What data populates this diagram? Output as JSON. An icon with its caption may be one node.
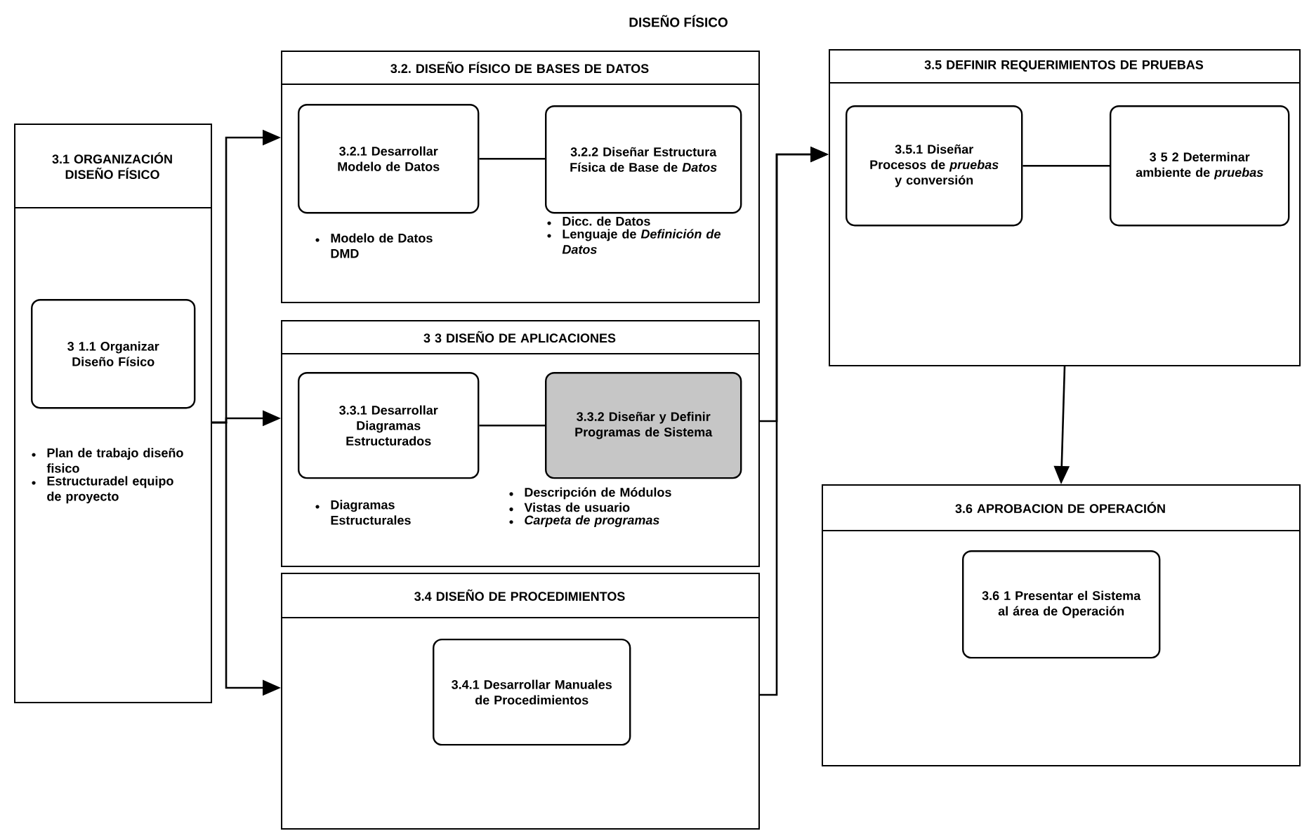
{
  "diagram": {
    "title": "DISEÑO FÍSICO",
    "nodes": [
      {
        "text": [
          "3.1 ORGANIZACIÓN DISEÑO FÍSICO"
        ]
      },
      {
        "text": [
          "3 1.1 Organizar Diseño Físico"
        ],
        "in": 0,
        "beside": [
          "Plan de trabajo diseño fisico",
          "Estructuradel equipo de proyecto"
        ]
      },
      {
        "text": [
          "3.2. DISEÑO FÍSICO DE BASES DE DATOS"
        ]
      },
      {
        "text": [
          "3.2.1 Desarrollar Modelo de Datos"
        ],
        "in": 2,
        "beside": [
          "Modelo de Datos DMD"
        ]
      },
      {
        "text": [
          "3.2.2 Diseñar Estructura Física de Base de *Datos*"
        ],
        "in": 2,
        "beside": [
          "Dicc. de Datos",
          "Lenguaje de *Definición de Datos*"
        ]
      },
      {
        "text": [
          "3 3 DISEÑO DE APLICACIONES"
        ]
      },
      {
        "text": [
          "3.3.1 Desarrollar Diagramas Estructurados"
        ],
        "in": 5,
        "beside": [
          "Diagramas Estructurales"
        ]
      },
      {
        "text": [
          "3.3.2 Diseñar y Definir Programas de Sistema"
        ],
        "in": 5,
        "beside": [
          "Descripción de Módulos",
          "Vistas de usuario",
          "*Carpeta de programas*"
        ]
      },
      {
        "text": [
          "3.4 DISEÑO DE PROCEDIMIENTOS"
        ]
      },
      {
        "text": [
          "3.4.1 Desarrollar Manuales de Procedimientos"
        ],
        "in": 8
      },
      {
        "text": [
          "3.5 DEFINIR REQUERIMIENTOS DE PRUEBAS"
        ]
      },
      {
        "text": [
          "3.5.1 Diseñar Procesos de *pruebas* y conversión"
        ],
        "in": 10
      },
      {
        "text": [
          "3 5 2 Determinar ambiente de *pruebas*"
        ],
        "in": 10
      },
      {
        "text": [
          "3.6 APROBACION DE OPERACIÓN"
        ]
      },
      {
        "text": [
          "3.6 1 Presentar el Sistema al área de Operación"
        ],
        "in": 13
      }
    ],
    "edges": [
      {
        "from": 0,
        "to": 2,
        "arrow": "to"
      },
      {
        "from": 0,
        "to": 5,
        "arrow": "to"
      },
      {
        "from": 0,
        "to": 8,
        "arrow": "to"
      },
      {
        "from": 3,
        "to": 4,
        "arrow": "none"
      },
      {
        "from": 6,
        "to": 7,
        "arrow": "none"
      },
      {
        "from": 5,
        "to": 10,
        "arrow": "to"
      },
      {
        "from": 8,
        "to": 10,
        "arrow": "to"
      },
      {
        "from": 11,
        "to": 12,
        "arrow": "none"
      },
      {
        "from": 10,
        "to": 13,
        "arrow": "to"
      }
    ]
  }
}
